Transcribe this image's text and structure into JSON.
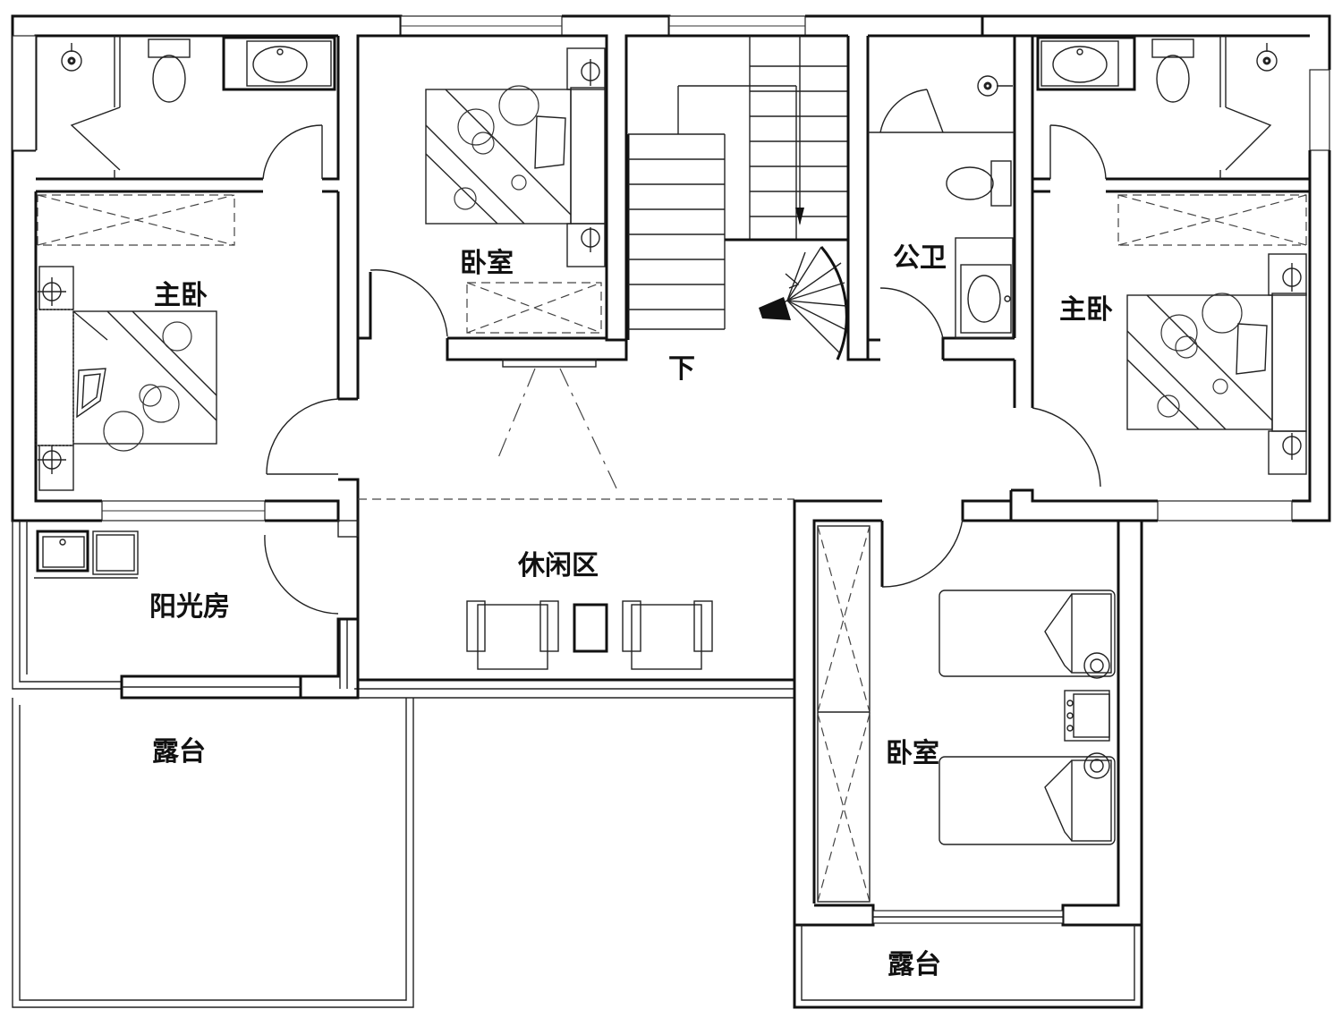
{
  "rooms": {
    "master_bedroom_left": "主卧",
    "bedroom_top": "卧室",
    "stairs_down": "下",
    "public_bathroom": "公卫",
    "master_bedroom_right": "主卧",
    "leisure_area": "休闲区",
    "sunroom": "阳光房",
    "terrace_left": "露台",
    "bedroom_bottom_right": "卧室",
    "terrace_bottom": "露台"
  }
}
